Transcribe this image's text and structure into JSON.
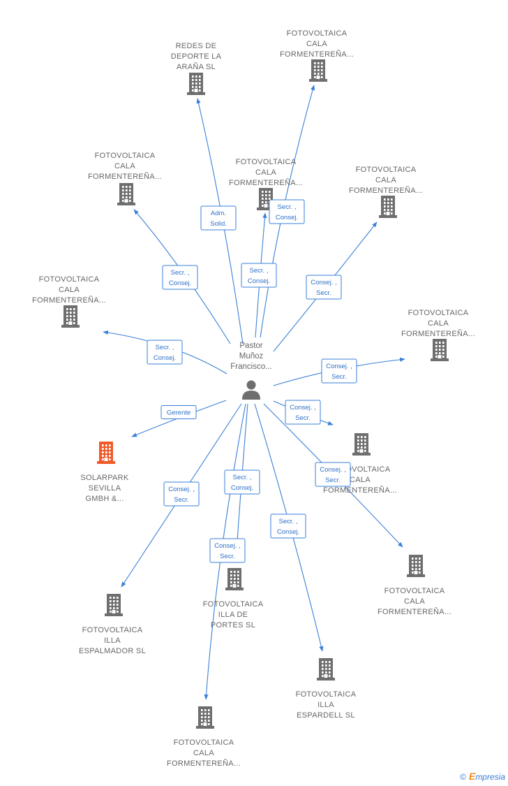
{
  "center": {
    "label_lines": [
      "Pastor",
      "Muñoz",
      "Francisco..."
    ],
    "icon": "person-icon"
  },
  "nodes": [
    {
      "id": "n1",
      "label_lines": [
        "REDES DE",
        "DEPORTE LA",
        "ARAÑA SL"
      ],
      "icon": "building-icon",
      "color": "#6e6e6e"
    },
    {
      "id": "n2",
      "label_lines": [
        "FOTOVOLTAICA",
        "CALA",
        "FORMENTEREÑA..."
      ],
      "icon": "building-icon",
      "color": "#6e6e6e"
    },
    {
      "id": "n3",
      "label_lines": [
        "FOTOVOLTAICA",
        "CALA",
        "FORMENTEREÑA..."
      ],
      "icon": "building-icon",
      "color": "#6e6e6e"
    },
    {
      "id": "n4",
      "label_lines": [
        "FOTOVOLTAICA",
        "CALA",
        "FORMENTEREÑA..."
      ],
      "icon": "building-icon",
      "color": "#6e6e6e"
    },
    {
      "id": "n5",
      "label_lines": [
        "FOTOVOLTAICA",
        "CALA",
        "FORMENTEREÑA..."
      ],
      "icon": "building-icon",
      "color": "#6e6e6e"
    },
    {
      "id": "n6",
      "label_lines": [
        "FOTOVOLTAICA",
        "CALA",
        "FORMENTEREÑA..."
      ],
      "icon": "building-icon",
      "color": "#6e6e6e"
    },
    {
      "id": "n7",
      "label_lines": [
        "FOTOVOLTAICA",
        "CALA",
        "FORMENTEREÑA..."
      ],
      "icon": "building-icon",
      "color": "#6e6e6e"
    },
    {
      "id": "n8",
      "label_lines": [
        "SOLARPARK",
        "SEVILLA",
        "GMBH &..."
      ],
      "icon": "building-icon",
      "color": "#f05a28"
    },
    {
      "id": "n9",
      "label_lines": [
        "FOTOVOLTAICA",
        "CALA",
        "FORMENTEREÑA..."
      ],
      "icon": "building-icon",
      "color": "#6e6e6e"
    },
    {
      "id": "n10",
      "label_lines": [
        "FOTOVOLTAICA",
        "CALA",
        "FORMENTEREÑA..."
      ],
      "icon": "building-icon",
      "color": "#6e6e6e"
    },
    {
      "id": "n11",
      "label_lines": [
        "FOTOVOLTAICA",
        "ILLA",
        "ESPALMADOR SL"
      ],
      "icon": "building-icon",
      "color": "#6e6e6e"
    },
    {
      "id": "n12",
      "label_lines": [
        "FOTOVOLTAICA",
        "ILLA DE",
        "PORTES SL"
      ],
      "icon": "building-icon",
      "color": "#6e6e6e"
    },
    {
      "id": "n13",
      "label_lines": [
        "FOTOVOLTAICA",
        "ILLA",
        "ESPARDELL SL"
      ],
      "icon": "building-icon",
      "color": "#6e6e6e"
    },
    {
      "id": "n14",
      "label_lines": [
        "FOTOVOLTAICA",
        "CALA",
        "FORMENTEREÑA..."
      ],
      "icon": "building-icon",
      "color": "#6e6e6e"
    }
  ],
  "edges": [
    {
      "to": "n1",
      "label_lines": [
        "Adm.",
        "Solid."
      ]
    },
    {
      "to": "n2",
      "label_lines": [
        "Secr. ,",
        "Consej."
      ]
    },
    {
      "to": "n3",
      "label_lines": [
        "Secr. ,",
        "Consej."
      ]
    },
    {
      "to": "n4",
      "label_lines": [
        "Secr. ,",
        "Consej."
      ]
    },
    {
      "to": "n5",
      "label_lines": [
        "Consej. ,",
        "Secr."
      ]
    },
    {
      "to": "n6",
      "label_lines": [
        "Secr. ,",
        "Consej."
      ]
    },
    {
      "to": "n7",
      "label_lines": [
        "Consej. ,",
        "Secr."
      ]
    },
    {
      "to": "n8",
      "label_lines": [
        "Gerente"
      ]
    },
    {
      "to": "n9",
      "label_lines": [
        "Consej. ,",
        "Secr."
      ]
    },
    {
      "to": "n10",
      "label_lines": [
        "Consej. ,",
        "Secr."
      ]
    },
    {
      "to": "n11",
      "label_lines": [
        "Consej. ,",
        "Secr."
      ]
    },
    {
      "to": "n12",
      "label_lines": [
        "Secr. ,",
        "Consej."
      ]
    },
    {
      "to": "n13",
      "label_lines": [
        "Secr. ,",
        "Consej."
      ]
    },
    {
      "to": "n14",
      "label_lines": [
        "Consej. ,",
        "Secr."
      ]
    }
  ],
  "brand": {
    "copyright": "©",
    "initial": "E",
    "name": "mpresia"
  },
  "colors": {
    "edge": "#3a7fd8",
    "node_gray": "#6e6e6e",
    "highlight": "#f05a28"
  }
}
